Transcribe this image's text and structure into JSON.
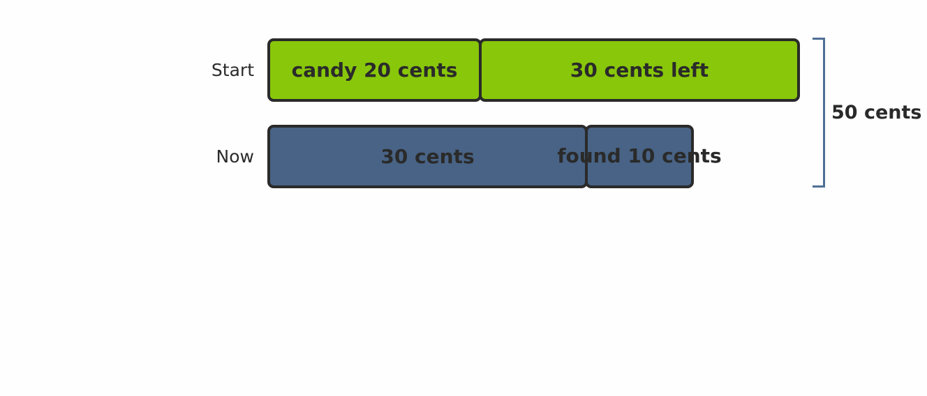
{
  "rows": [
    {
      "label": "Start",
      "segments": [
        {
          "label": "candy 20 cents",
          "color": "#88c70a"
        },
        {
          "label": "30 cents left",
          "color": "#88c70a"
        }
      ]
    },
    {
      "label": "Now",
      "segments": [
        {
          "label": "30 cents",
          "color": "#486385"
        },
        {
          "label": "found 10 cents",
          "color": "#486385"
        }
      ]
    }
  ],
  "total_label": "50 cents",
  "colors": {
    "start_fill": "#88c70a",
    "now_fill": "#486385",
    "outline": "#2a2a2a",
    "bracket": "#4f6f94"
  }
}
